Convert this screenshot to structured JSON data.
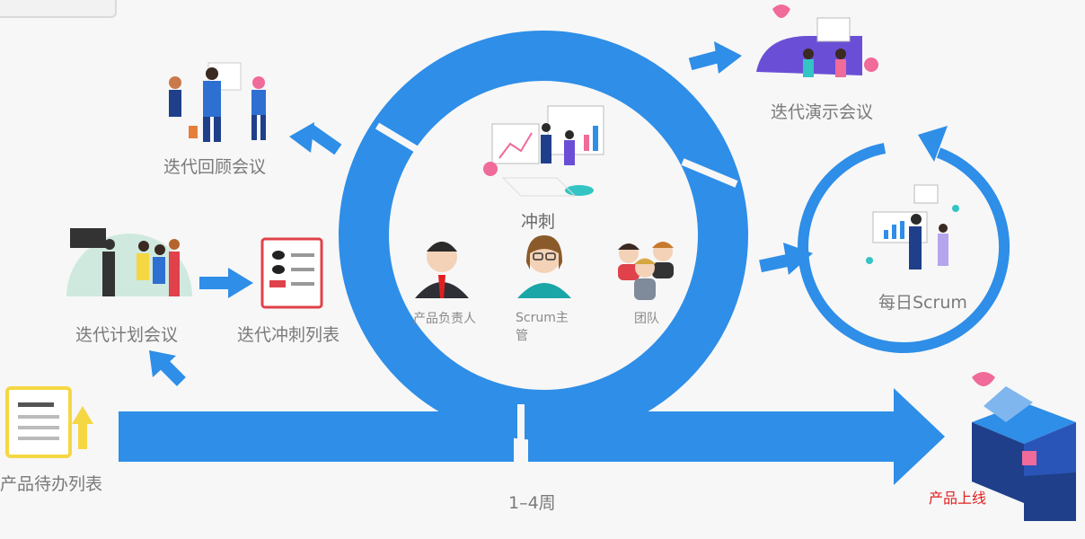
{
  "labels": {
    "retro": "迭代回顾会议",
    "demo": "迭代演示会议",
    "planning": "迭代计划会议",
    "sprint_backlog": "迭代冲刺列表",
    "product_backlog": "产品待办列表",
    "sprint": "冲刺",
    "po": "产品负责人",
    "scrum_master": "Scrum主管",
    "team": "团队",
    "daily": "每日Scrum",
    "duration": "1–4周",
    "release": "产品上线"
  },
  "colors": {
    "accent": "#2e8ee8",
    "dark": "#1f3f8a",
    "yellow": "#f5d743",
    "pink": "#f06a9a",
    "red": "#e02020"
  }
}
